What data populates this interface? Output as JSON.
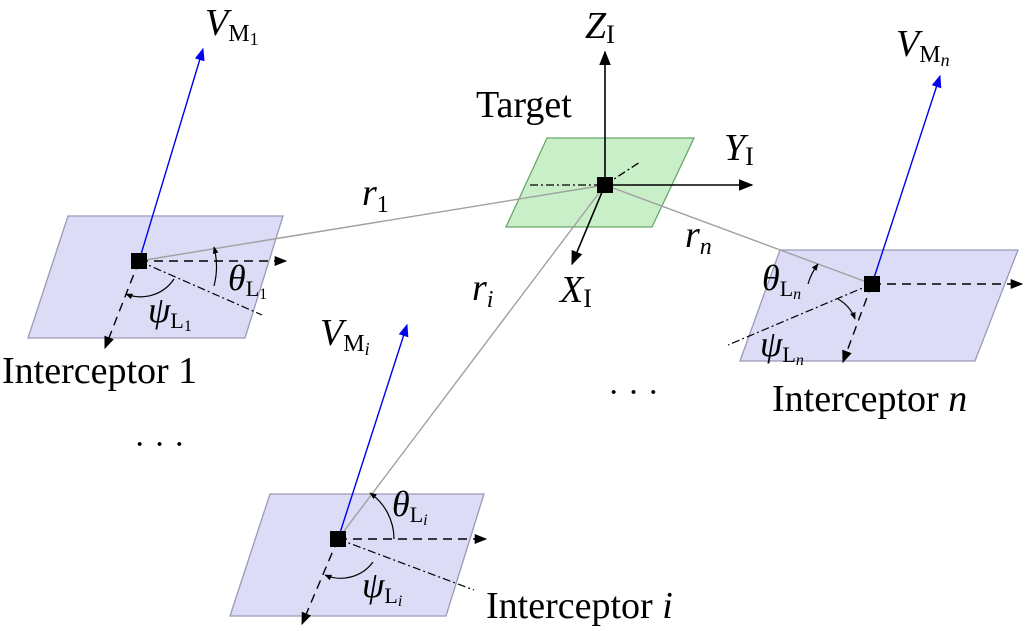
{
  "labels": {
    "target": "Target",
    "axis_z": "Z",
    "axis_y": "Y",
    "axis_x": "X",
    "axis_sub": "I",
    "interceptor_1": "Interceptor 1",
    "interceptor_i_prefix": "Interceptor ",
    "interceptor_i_var": "i",
    "interceptor_n_prefix": "Interceptor ",
    "interceptor_n_var": "n",
    "velocity": "V",
    "velocity_sub_base": "M",
    "sub_1": "1",
    "sub_i": "i",
    "sub_n": "n",
    "range": "r",
    "theta": "θ",
    "psi": "ψ",
    "los_sub_base": "L",
    "ellipsis_left": "· · ·",
    "ellipsis_center": "· · ·"
  },
  "colors": {
    "interceptor_plane_fill": "#dcdcf6",
    "interceptor_plane_stroke": "#9a9ab8",
    "target_plane_fill": "#c9efc9",
    "target_plane_stroke": "#6aa86a",
    "velocity_vector": "#0000ee",
    "line_of_sight": "#a0a0a0",
    "axes": "#000000"
  }
}
